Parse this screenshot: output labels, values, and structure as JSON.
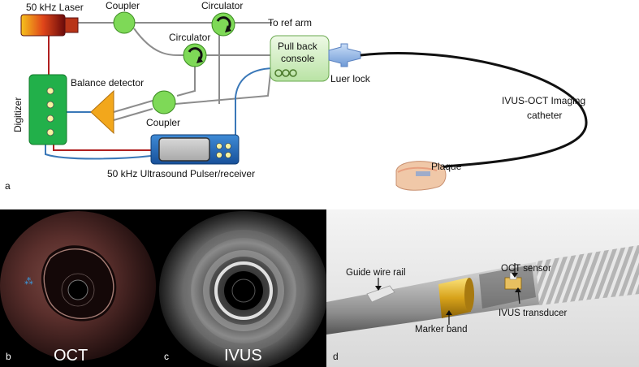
{
  "panel_a": {
    "letter": "a",
    "laser": "50 kHz Laser",
    "coupler_top": "Coupler",
    "circulator_top": "Circulator",
    "to_ref_arm": "To ref arm",
    "circulator_mid": "Circulator",
    "pullback_line1": "Pull back",
    "pullback_line2": "console",
    "luer_lock": "Luer lock",
    "balance_detector": "Balance detector",
    "digitizer": "Digitizer",
    "coupler_bottom": "Coupler",
    "catheter_line1": "IVUS-OCT Imaging",
    "catheter_line2": "catheter",
    "plaque": "Plaque",
    "pulser": "50 kHz Ultrasound Pulser/receiver"
  },
  "panel_b": {
    "letter": "b",
    "label": "OCT"
  },
  "panel_c": {
    "letter": "c",
    "label": "IVUS"
  },
  "panel_d": {
    "letter": "d",
    "guide_wire": "Guide wire rail",
    "oct_sensor": "OCT sensor",
    "marker_band": "Marker band",
    "ivus_transducer": "IVUS transducer"
  },
  "colors": {
    "fiber": "#8c8c8c",
    "electrical_red": "#b02020",
    "electrical_blue": "#3a78b8",
    "node_green": "#7ed957",
    "digitizer_green": "#22b04a",
    "detector_orange": "#f2a71c"
  }
}
